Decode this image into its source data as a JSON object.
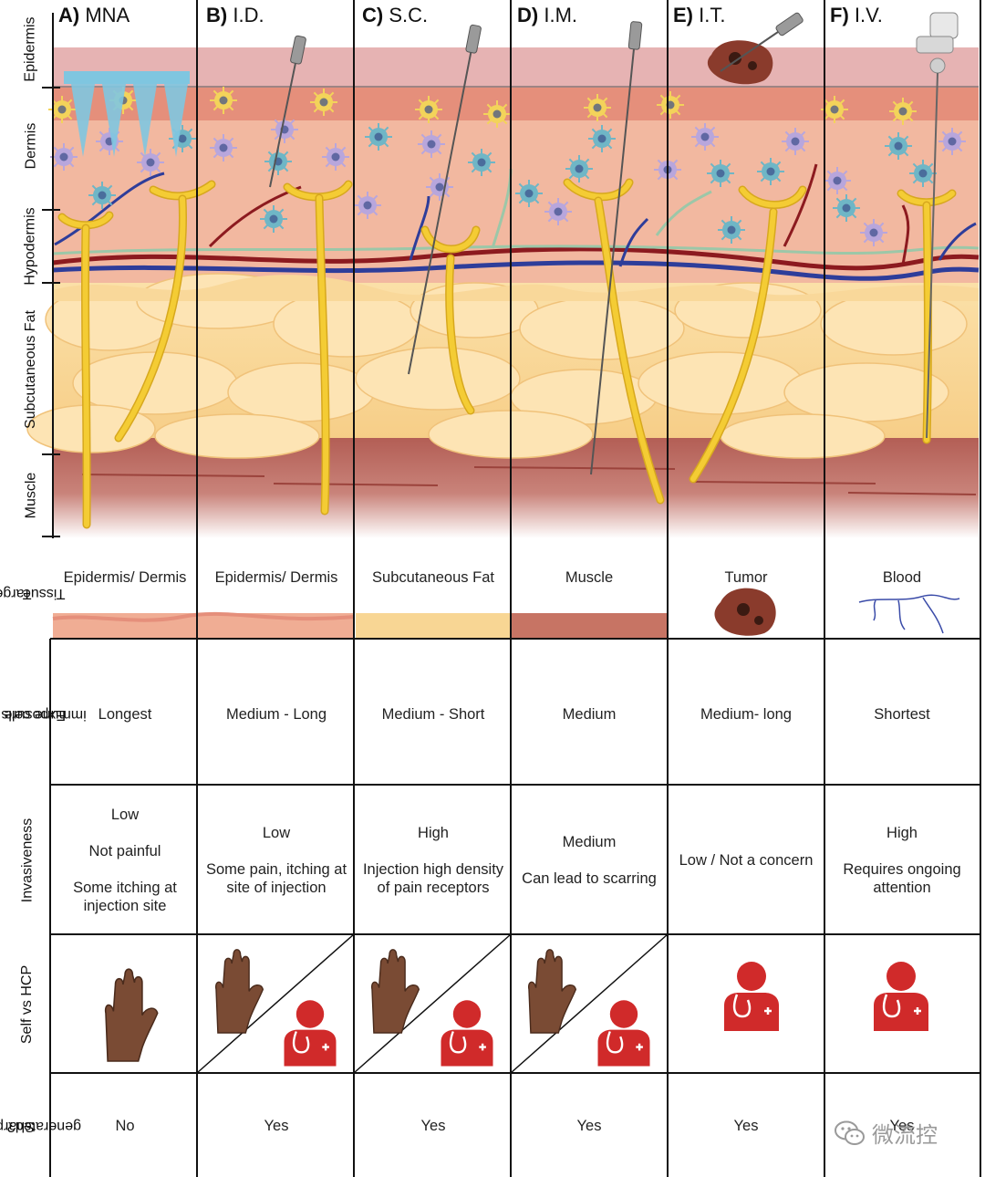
{
  "columns": [
    {
      "letter": "A)",
      "name": "MNA",
      "target": "Epidermis/ Dermis",
      "exposure": "Longest",
      "invasiveness": [
        "Low",
        "Not painful",
        "Some itching at injection site"
      ],
      "self_vs_hcp": "self",
      "sharps": "No"
    },
    {
      "letter": "B)",
      "name": "I.D.",
      "target": "Epidermis/ Dermis",
      "exposure": "Medium - Long",
      "invasiveness": [
        "Low",
        "Some pain, itching at site of injection"
      ],
      "self_vs_hcp": "both",
      "sharps": "Yes"
    },
    {
      "letter": "C)",
      "name": "S.C.",
      "target": "Subcutaneous Fat",
      "exposure": "Medium - Short",
      "invasiveness": [
        "High",
        "Injection high density of pain receptors"
      ],
      "self_vs_hcp": "both",
      "sharps": "Yes"
    },
    {
      "letter": "D)",
      "name": "I.M.",
      "target": "Muscle",
      "exposure": "Medium",
      "invasiveness": [
        "Medium",
        "Can lead to scarring"
      ],
      "self_vs_hcp": "both",
      "sharps": "Yes"
    },
    {
      "letter": "E)",
      "name": "I.T.",
      "target": "Tumor",
      "exposure": "Medium- long",
      "invasiveness": [
        "Low / Not a concern"
      ],
      "self_vs_hcp": "hcp",
      "sharps": "Yes"
    },
    {
      "letter": "F)",
      "name": "I.V.",
      "target": "Blood",
      "exposure": "Shortest",
      "invasiveness": [
        "High",
        "Requires ongoing attention"
      ],
      "self_vs_hcp": "hcp",
      "sharps": "Yes"
    }
  ],
  "layer_labels": [
    "Epidermis",
    "Dermis",
    "Hypodermis",
    "Subcutaneous Fat",
    "Muscle"
  ],
  "row_labels": {
    "target": [
      "Target",
      "Tissue"
    ],
    "exposure": [
      "Exposure time to",
      "immune cells"
    ],
    "invasiveness": "Invasiveness",
    "self_vs_hcp": "Self vs HCP",
    "sharps": [
      "Sharps",
      "generated?"
    ]
  },
  "watermark": "微流控",
  "icons": [
    "hand-icon",
    "healthcare-provider-icon",
    "needle-icon",
    "microneedle-icon",
    "catheter-icon",
    "tumor-icon",
    "blood-vessel-icon",
    "nerve-icon",
    "immune-cell-icon",
    "wechat-icon"
  ],
  "colors": {
    "epidermis": "#e6b3b3",
    "dermis": "#efaa94",
    "hypodermis": "#f2b8a0",
    "fat": "#f8d694",
    "muscle": "#c77464",
    "nerve": "#f4cc34",
    "vein": "#2e3d9a",
    "artery": "#8c1a1f",
    "lymph": "#9cc7a8",
    "microneedle": "#7fc6e0",
    "hcp_red": "#d02a2a",
    "hand": "#7a4b34"
  }
}
